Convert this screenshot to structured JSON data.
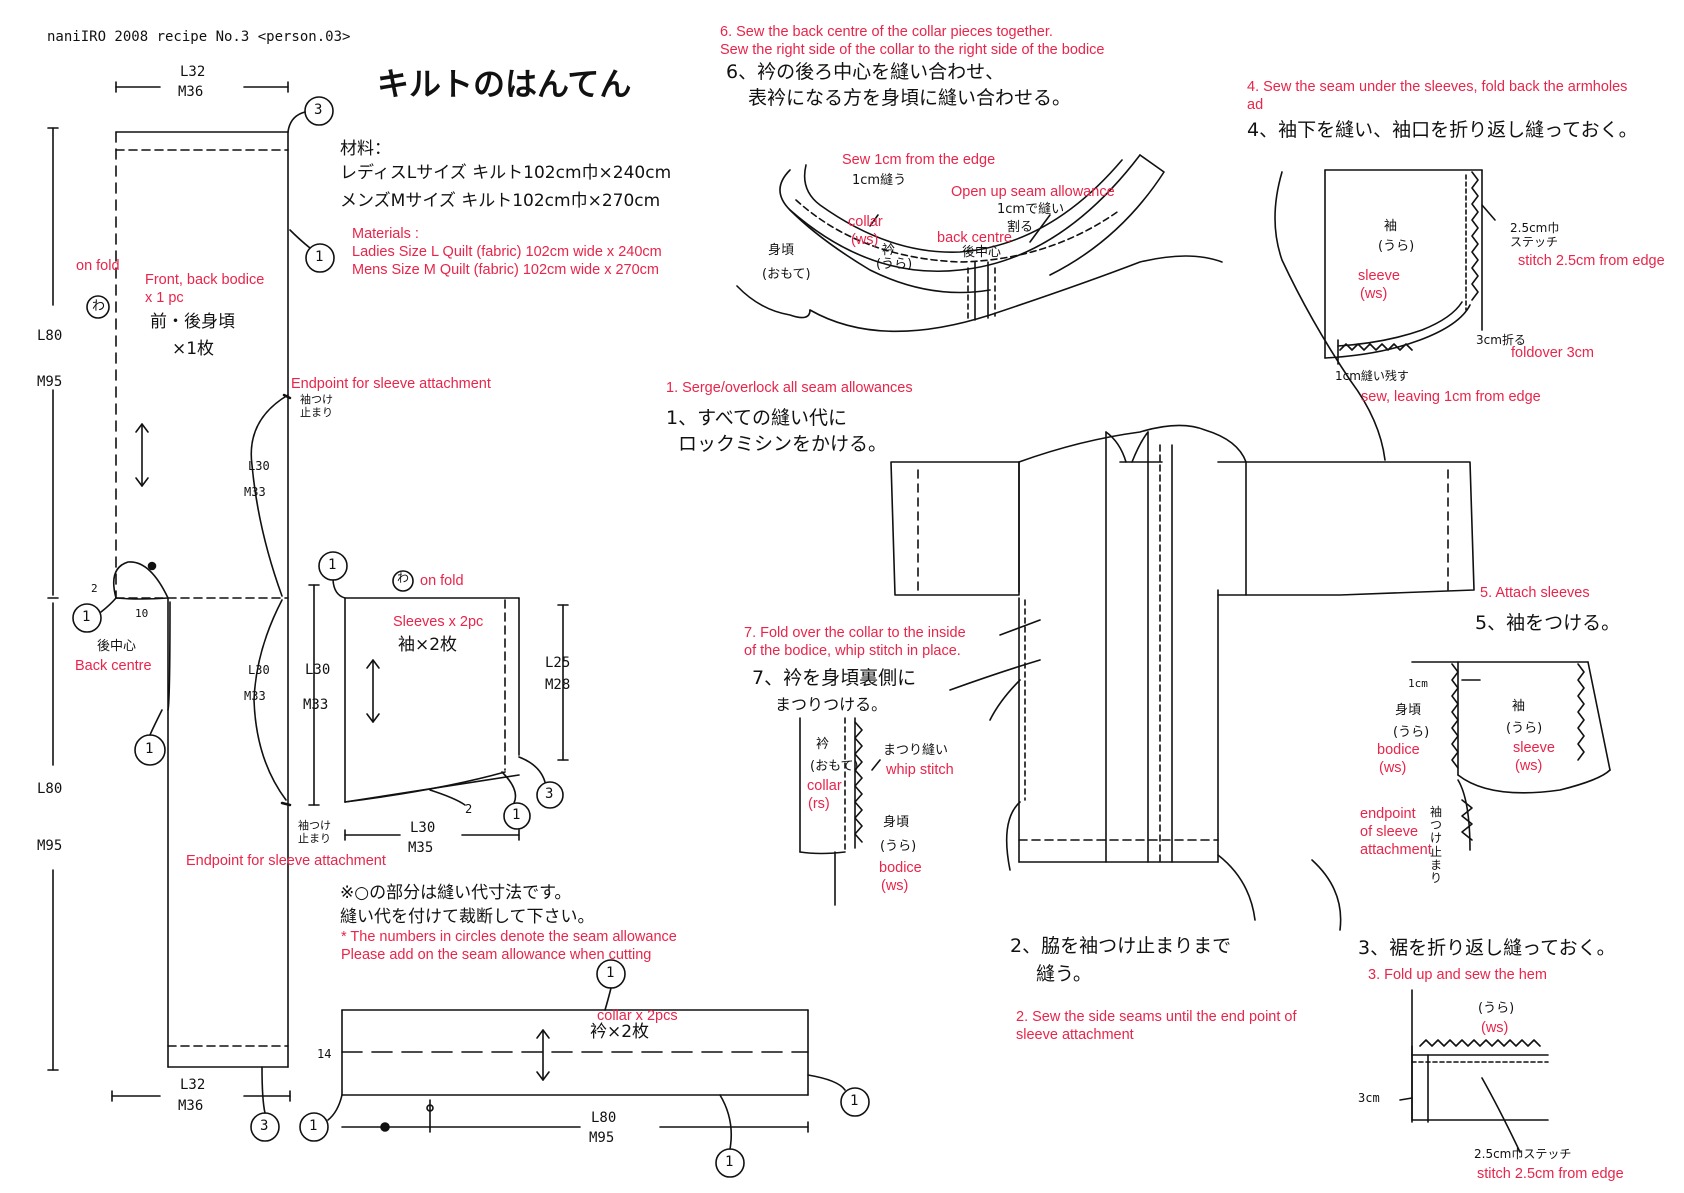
{
  "header": "naniIRO 2008 recipe No.3 <person.03>",
  "title": "キルトのはんてん",
  "materials": {
    "heading": "材料：",
    "ladies": "レディスLサイズ キルト102cm巾×240cm",
    "mens": "メンズMサイズ キルト102cm巾×270cm",
    "en_heading": "Materials :",
    "en_ladies": "Ladies Size L Quilt (fabric) 102cm wide x 240cm",
    "en_mens": "Mens Size M Quilt (fabric) 102cm wide x 270cm"
  },
  "bodice": {
    "on_fold": "on fold",
    "wa": "わ",
    "label_en": "Front, back bodice",
    "label_en2": "x 1 pc",
    "label_jp": "前・後身頃",
    "label_jp2": "×1枚",
    "width_top": "L32",
    "width_top_m": "M36",
    "width_bottom": "L32",
    "width_bottom_m": "M36",
    "len_upper": "L80",
    "len_upper_m": "M95",
    "len_lower": "L80",
    "len_lower_m": "M95",
    "sleeve_upper": "L30",
    "sleeve_upper_m": "M33",
    "sleeve_lower": "L30",
    "sleeve_lower_m": "M33",
    "endpoint_en": "Endpoint for sleeve attachment",
    "endpoint_jp": "袖つけ止まり",
    "endpoint_en2": "Endpoint for sleeve attachment",
    "endpoint_jp2": "袖つけ止まり",
    "back_centre_jp": "後中心",
    "back_centre_en": "Back centre",
    "neck_2": "2",
    "neck_10": "10"
  },
  "sleeve_piece": {
    "wa": "わ",
    "on_fold": "on fold",
    "label_en": "Sleeves x 2pc",
    "label_jp": "袖×2枚",
    "height_left": "L30",
    "height_left_m": "M33",
    "height_right": "L25",
    "height_right_m": "M28",
    "width": "L30",
    "width_m": "M35",
    "corner_2": "2"
  },
  "seam_note": {
    "jp1": "※○の部分は縫い代寸法です。",
    "jp2": "縫い代を付けて裁断して下さい。",
    "en1": "* The numbers in circles denote the seam allowance",
    "en2": "Please add on the seam allowance when cutting"
  },
  "collar_piece": {
    "label_en": "collar x 2pcs",
    "label_jp": "衿×2枚",
    "width": "14",
    "length": "L80",
    "length_m": "M95"
  },
  "circle_numbers": {
    "one": "1",
    "three": "3"
  },
  "step1": {
    "en": "1. Serge/overlock all seam allowances",
    "jp1": "1、すべての縫い代に",
    "jp2": "ロックミシンをかける。"
  },
  "step2": {
    "jp1": "2、脇を袖つけ止まりまで",
    "jp2": "縫う。",
    "en1": "2. Sew the side seams until the end point of",
    "en2": "sleeve attachment"
  },
  "step3": {
    "jp": "3、裾を折り返し縫っておく。",
    "en": "3. Fold up and sew the hem",
    "ura": "(うら)",
    "ws": "(ws)",
    "cm3": "3cm",
    "stitch_jp": "2.5cm巾ステッチ",
    "stitch_en": "stitch 2.5cm from edge"
  },
  "step4": {
    "en1": "4. Sew the seam under the sleeves, fold back the armholes",
    "en2": "ad",
    "jp": "4、袖下を縫い、袖口を折り返し縫っておく。",
    "sode": "袖",
    "ura": "(うら)",
    "sleeve_en": "sleeve",
    "ws": "(ws)",
    "stitch_jp": "2.5cm巾ステッチ",
    "stitch_en": "stitch 2.5cm from edge",
    "fold_jp": "3cm折る",
    "fold_en": "foldover 3cm",
    "leave_jp": "1cm縫い残す",
    "leave_en": "sew, leaving 1cm from edge"
  },
  "step5": {
    "en": "5. Attach sleeves",
    "jp": "5、袖をつける。",
    "cm1": "1cm",
    "mi": "身頃",
    "mi_ura": "(うら)",
    "bodice_en": "bodice",
    "bodice_ws": "(ws)",
    "sode": "袖",
    "sode_ura": "(うら)",
    "sleeve_en": "sleeve",
    "sleeve_ws": "(ws)",
    "endpoint_en1": "endpoint",
    "endpoint_en2": "of sleeve",
    "endpoint_en3": "attachment",
    "endpoint_jp": "袖つけ止まり"
  },
  "step6": {
    "en1": "6. Sew the back centre of the collar pieces together.",
    "en2": "Sew the right side of the collar to the right side of the bodice",
    "jp1": "6、衿の後ろ中心を縫い合わせ、",
    "jp2": "表衿になる方を身頃に縫い合わせる。",
    "sew1_en": "Sew 1cm from the edge",
    "sew1_jp": "1cm縫う",
    "open_en": "Open up seam allowance",
    "open_jp1": "1cmで縫い",
    "open_jp2": "割る",
    "collar_en": "collar",
    "collar_ws": "(ws)",
    "eri_jp": "衿",
    "eri_ura": "(うら)",
    "back_centre_en": "back centre",
    "back_centre_jp": "後中心",
    "mi_jp": "身頃",
    "mi_omote": "(おもて)"
  },
  "step7": {
    "en1": "7. Fold over the collar to the inside",
    "en2": "of the bodice, whip stitch in place.",
    "jp1": "7、衿を身頃裏側に",
    "jp2": "まつりつける。",
    "eri": "衿",
    "eri_omote": "(おもて)",
    "collar_en": "collar",
    "collar_rs": "(rs)",
    "matsuri_jp": "まつり縫い",
    "whip_en": "whip stitch",
    "mi": "身頃",
    "mi_ura": "(うら)",
    "bodice_en": "bodice",
    "bodice_ws": "(ws)"
  },
  "colors": {
    "annotation": "#e8254a",
    "ink": "#111111"
  }
}
